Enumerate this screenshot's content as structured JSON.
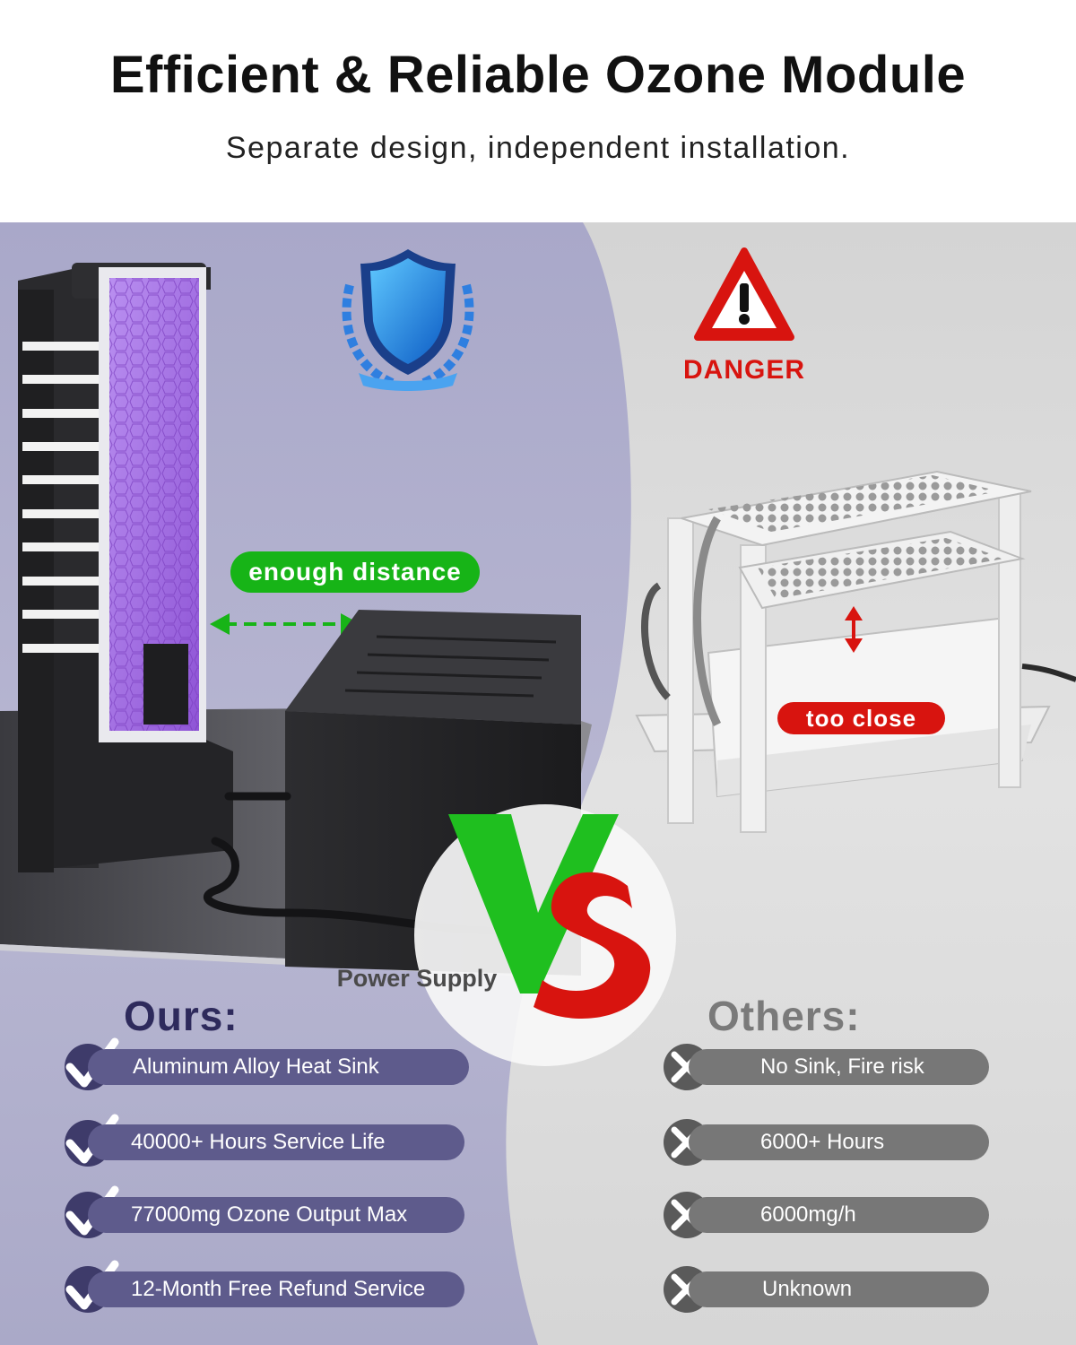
{
  "header": {
    "title": "Efficient & Reliable Ozone Module",
    "subtitle": "Separate design, independent installation."
  },
  "ours": {
    "heading": "Ours:",
    "distance_label": "enough distance",
    "power_supply_label": "Power Supply",
    "badge_icon": "shield-laurel-icon",
    "features": [
      "Aluminum Alloy Heat Sink",
      "40000+ Hours Service Life",
      "77000mg Ozone Output Max",
      "12-Month Free Refund Service"
    ],
    "feature_icon": "checkmark-icon"
  },
  "others": {
    "heading": "Others:",
    "danger_label": "DANGER",
    "danger_icon": "warning-triangle-icon",
    "close_label": "too close",
    "features": [
      "No Sink, Fire risk",
      "6000+ Hours",
      "6000mg/h",
      "Unknown"
    ],
    "feature_icon": "cross-icon"
  },
  "vs": {
    "v_letter": "V",
    "s_letter": "S"
  },
  "colors": {
    "ours_bg": "#b3b2cf",
    "others_bg": "#dcdcdc",
    "pill_green": "#17b417",
    "pill_red": "#d8140f",
    "danger_red": "#d8140f",
    "ours_heading": "#2e2a5c",
    "others_heading": "#7a7a7a",
    "plate_purple": "#a56ee0",
    "vs_green": "#1fbf1f",
    "vs_red": "#d8140f"
  }
}
